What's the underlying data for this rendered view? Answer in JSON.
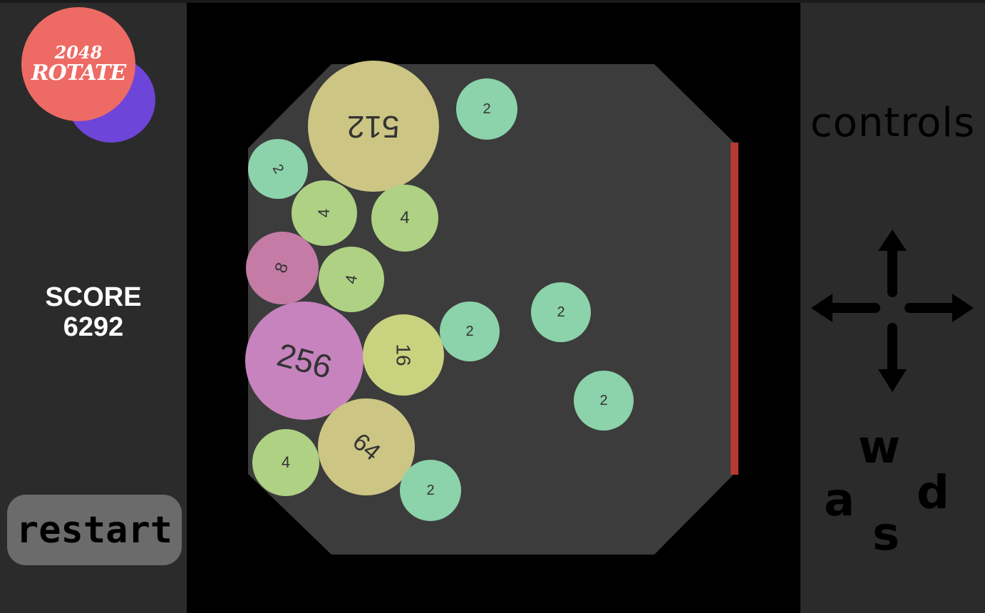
{
  "logo": {
    "line1": "2048",
    "line2": "ROTATE"
  },
  "score": {
    "label": "SCORE",
    "value": "6292"
  },
  "restart": {
    "label": "restart"
  },
  "controls": {
    "title": "controls",
    "keys": {
      "up": "w",
      "left": "a",
      "down": "s",
      "right": "d"
    }
  },
  "colors": {
    "background": "#000000",
    "panel": "#2b2b2b",
    "board": "#3c3c3c",
    "wall": "#b53a33",
    "logo_front": "#ee6a64",
    "logo_back": "#6e45d9",
    "restart_button": "#6b6b6b"
  },
  "balls": [
    {
      "value": "512",
      "color": "#ccc584"
    },
    {
      "value": "2",
      "color": "#8cd2aa"
    },
    {
      "value": "2",
      "color": "#8cd2aa"
    },
    {
      "value": "4",
      "color": "#aed184"
    },
    {
      "value": "4",
      "color": "#aed184"
    },
    {
      "value": "8",
      "color": "#c47ba6"
    },
    {
      "value": "4",
      "color": "#aed184"
    },
    {
      "value": "256",
      "color": "#c683be"
    },
    {
      "value": "16",
      "color": "#c9d27f"
    },
    {
      "value": "2",
      "color": "#8cd2aa"
    },
    {
      "value": "2",
      "color": "#8cd2aa"
    },
    {
      "value": "2",
      "color": "#8cd2aa"
    },
    {
      "value": "4",
      "color": "#aed184"
    },
    {
      "value": "64",
      "color": "#ccc584"
    },
    {
      "value": "2",
      "color": "#8cd2aa"
    }
  ]
}
